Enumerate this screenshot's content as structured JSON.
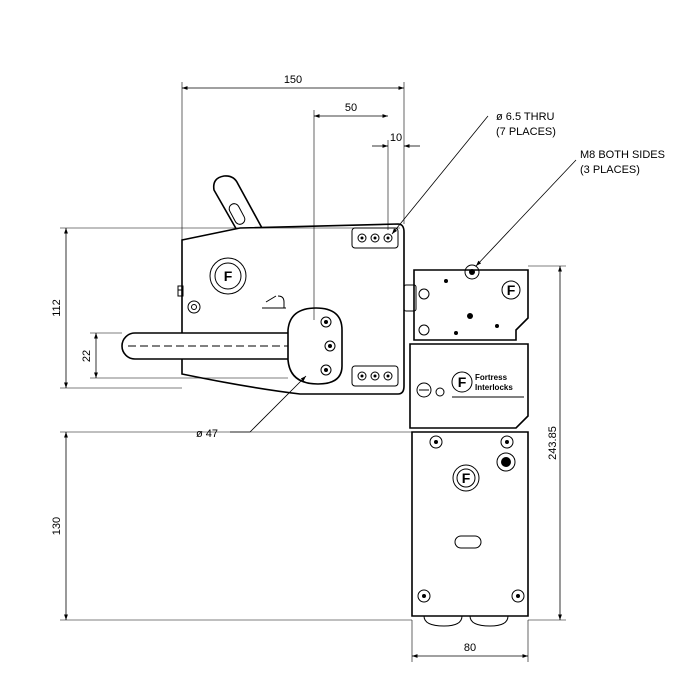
{
  "dimensions": {
    "overall_width": "150",
    "handle_offset": "50",
    "hole_offset": "10",
    "body_height": "112",
    "handle_height": "22",
    "lower_height": "130",
    "total_height": "243.85",
    "base_width": "80"
  },
  "callouts": {
    "holes_line1": "ø 6.5 THRU",
    "holes_line2": "(7 PLACES)",
    "m8_line1": "M8 BOTH SIDES",
    "m8_line2": "(3 PLACES)",
    "hub_diameter": "ø 47"
  },
  "branding": {
    "logo_letter": "F",
    "name_line1": "Fortress",
    "name_line2": "Interlocks"
  },
  "colors": {
    "line": "#000000",
    "background": "#ffffff"
  }
}
